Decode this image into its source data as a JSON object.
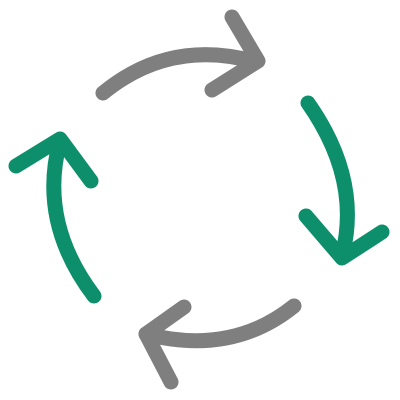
{
  "icon": {
    "name": "cycle-arrows-icon",
    "arrows": [
      {
        "name": "top-arrow",
        "color": "#7f7f7f",
        "direction": "clockwise"
      },
      {
        "name": "right-arrow",
        "color": "#0e8f6c",
        "direction": "clockwise"
      },
      {
        "name": "bottom-arrow",
        "color": "#7f7f7f",
        "direction": "clockwise"
      },
      {
        "name": "left-arrow",
        "color": "#0e8f6c",
        "direction": "clockwise"
      }
    ]
  }
}
